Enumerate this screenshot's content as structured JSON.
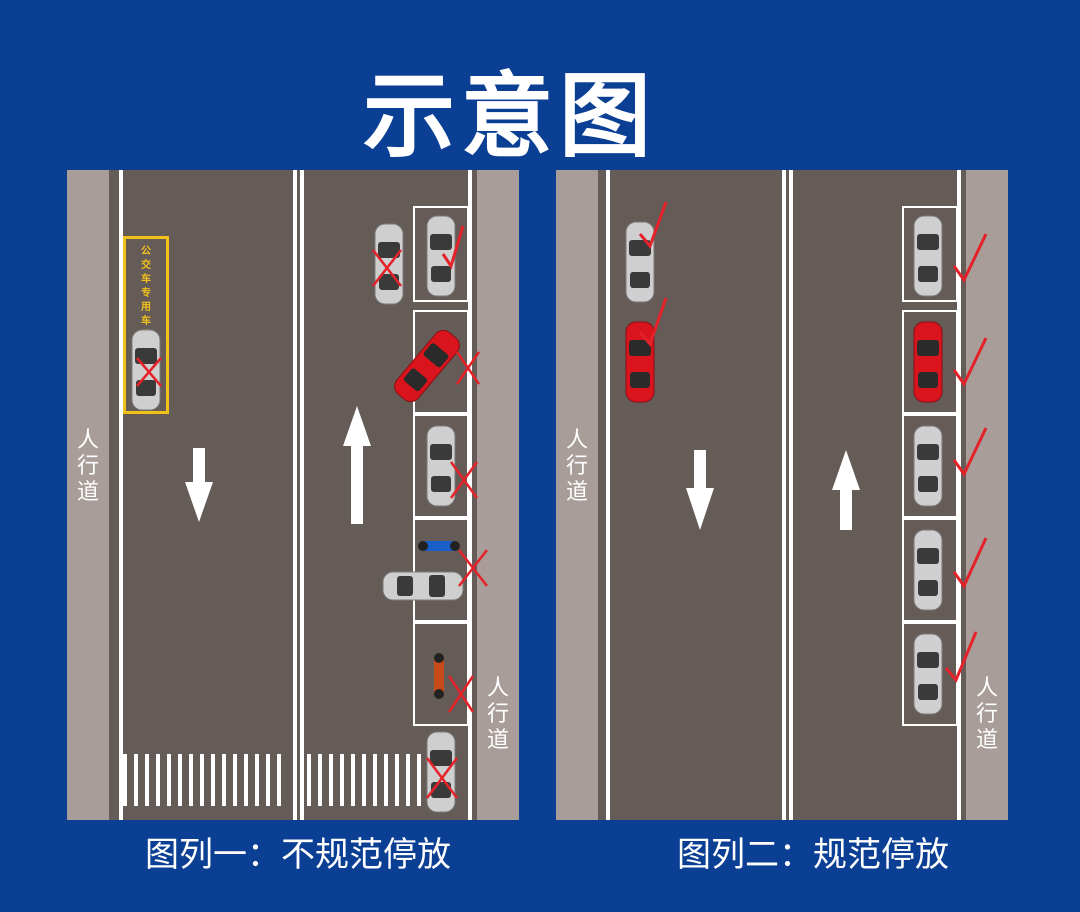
{
  "title": "示意图",
  "sidewalk_label": "人\n行\n道",
  "bus_stop_label": "公\n交\n车\n专\n用\n车\n位",
  "captions": {
    "left": "图列一：不规范停放",
    "right": "图列二：规范停放"
  },
  "colors": {
    "background": "#0b3f94",
    "road": "#655b57",
    "sidewalk": "#a89d99",
    "bus_zone": "#f2c21b",
    "wrong_mark": "#e5222a",
    "right_mark": "#e5222a",
    "car_red": "#d9141c",
    "car_silver": "#c9c9c9"
  },
  "icons": {
    "wrong": "cross-mark-icon",
    "correct": "check-mark-icon",
    "direction_down": "arrow-down-icon",
    "direction_up": "arrow-up-icon"
  }
}
